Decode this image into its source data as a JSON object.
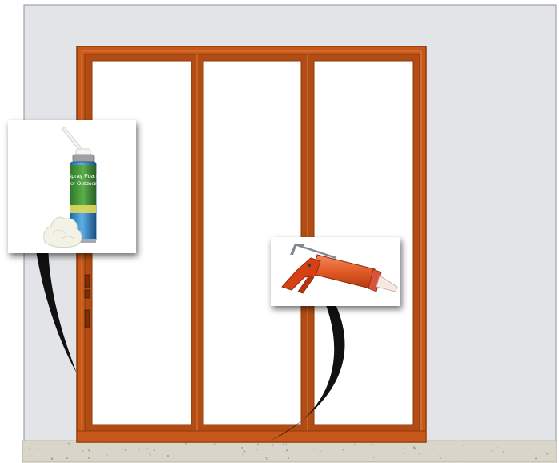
{
  "scene": {
    "colors": {
      "wall": "#e3e4e8",
      "wall_edge": "#8f9096",
      "frame": "#c6581a",
      "frame_dark": "#8e3a0b",
      "frame_light": "#e07a3c",
      "glass": "#ffffff",
      "floor": "#d9d5c8",
      "floor_speck": "#a9a496",
      "pointer": "#111111"
    },
    "door": {
      "panels": 3,
      "material_icon": "sliding-door-icon"
    },
    "callouts": [
      {
        "name": "spray-foam-callout",
        "icon": "spray-foam-can-icon",
        "label_line1": "Spray Foam",
        "label_line2": "For Outdoors"
      },
      {
        "name": "caulking-gun-callout",
        "icon": "caulking-gun-icon"
      }
    ]
  }
}
